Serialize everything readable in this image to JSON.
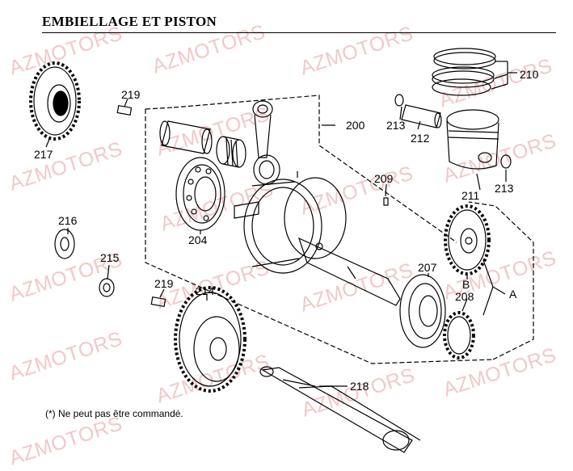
{
  "title": "EMBIELLAGE ET PISTON",
  "watermark": "AZMOTORS",
  "footnote": "(*) Ne peut pas être commandé.",
  "callouts": {
    "c210": "210",
    "c213a": "213",
    "c212": "212",
    "c200": "200",
    "c219a": "219",
    "c217": "217",
    "c209": "209",
    "c211": "211",
    "c213b": "213",
    "c216": "216",
    "c204": "204",
    "c215": "215",
    "c219b": "219",
    "c214": "214",
    "c207": "207",
    "cB": "B",
    "cA": "A",
    "c208": "208",
    "c218": "218"
  },
  "colors": {
    "ink": "#000000",
    "watermark": "#f2c8c8",
    "background": "#ffffff"
  }
}
